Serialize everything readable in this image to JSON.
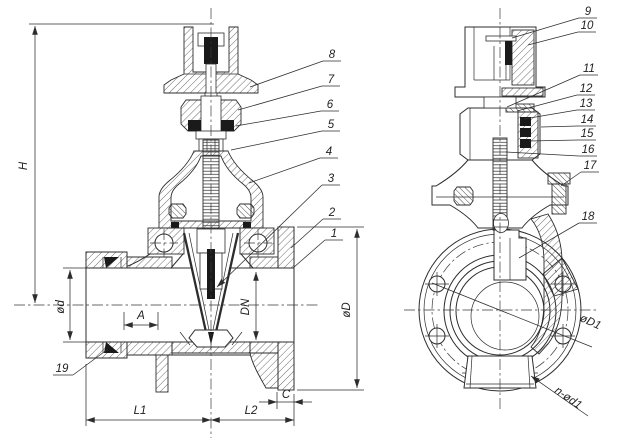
{
  "meta": {
    "drawing_type": "gate-valve-sectional-drawing",
    "colors": {
      "ink": "#2d2d2d",
      "bg": "#ffffff",
      "seal": "#1a1a1a"
    }
  },
  "parts": {
    "left": [
      "8",
      "7",
      "6",
      "5",
      "4",
      "3",
      "2",
      "1"
    ],
    "right": [
      "9",
      "10",
      "11",
      "12",
      "13",
      "14",
      "15",
      "16",
      "17",
      "18"
    ],
    "socket_seal": "19"
  },
  "dims": {
    "H": "H",
    "d_small": "ød",
    "A": "A",
    "DN": "DN",
    "D_big": "øD",
    "L1": "L1",
    "L2": "L2",
    "C": "C",
    "D1": "øD1",
    "n_d1": "n-ød1"
  }
}
